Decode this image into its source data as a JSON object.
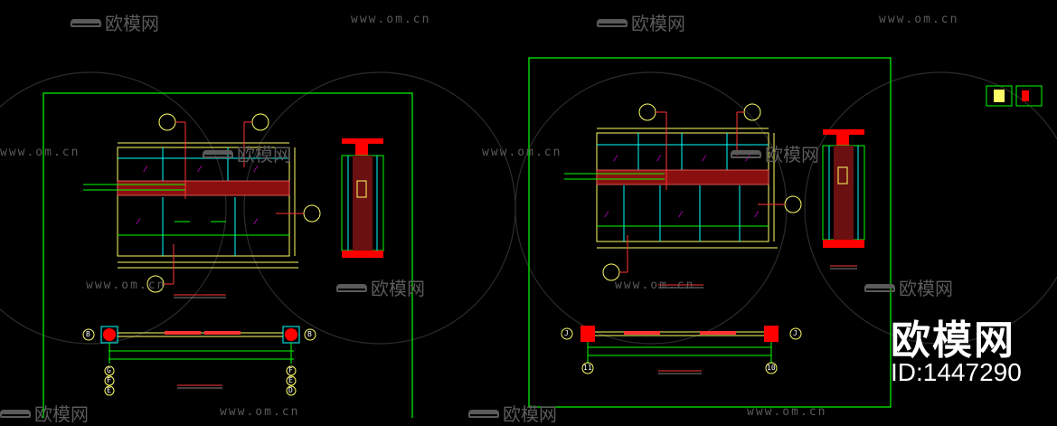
{
  "watermarks": {
    "url": "www.om.cn",
    "logo_text": "欧模网"
  },
  "brand": {
    "name": "欧模网",
    "id": "ID:1447290"
  },
  "left_drawing": {
    "plan_tags_left": [
      "B",
      "G",
      "F",
      "E"
    ],
    "plan_tags_right": [
      "B",
      "F",
      "E",
      "D"
    ]
  },
  "right_drawing": {
    "plan_tags_left": [
      "J",
      "11"
    ],
    "plan_tags_right": [
      "J",
      "10"
    ]
  },
  "colors": {
    "frame": "#00ff00",
    "line": "#ffff66",
    "cyan": "#00ffff",
    "red": "#ff0000",
    "magenta": "#ff00ff",
    "watermark": "#5a5a5a"
  }
}
